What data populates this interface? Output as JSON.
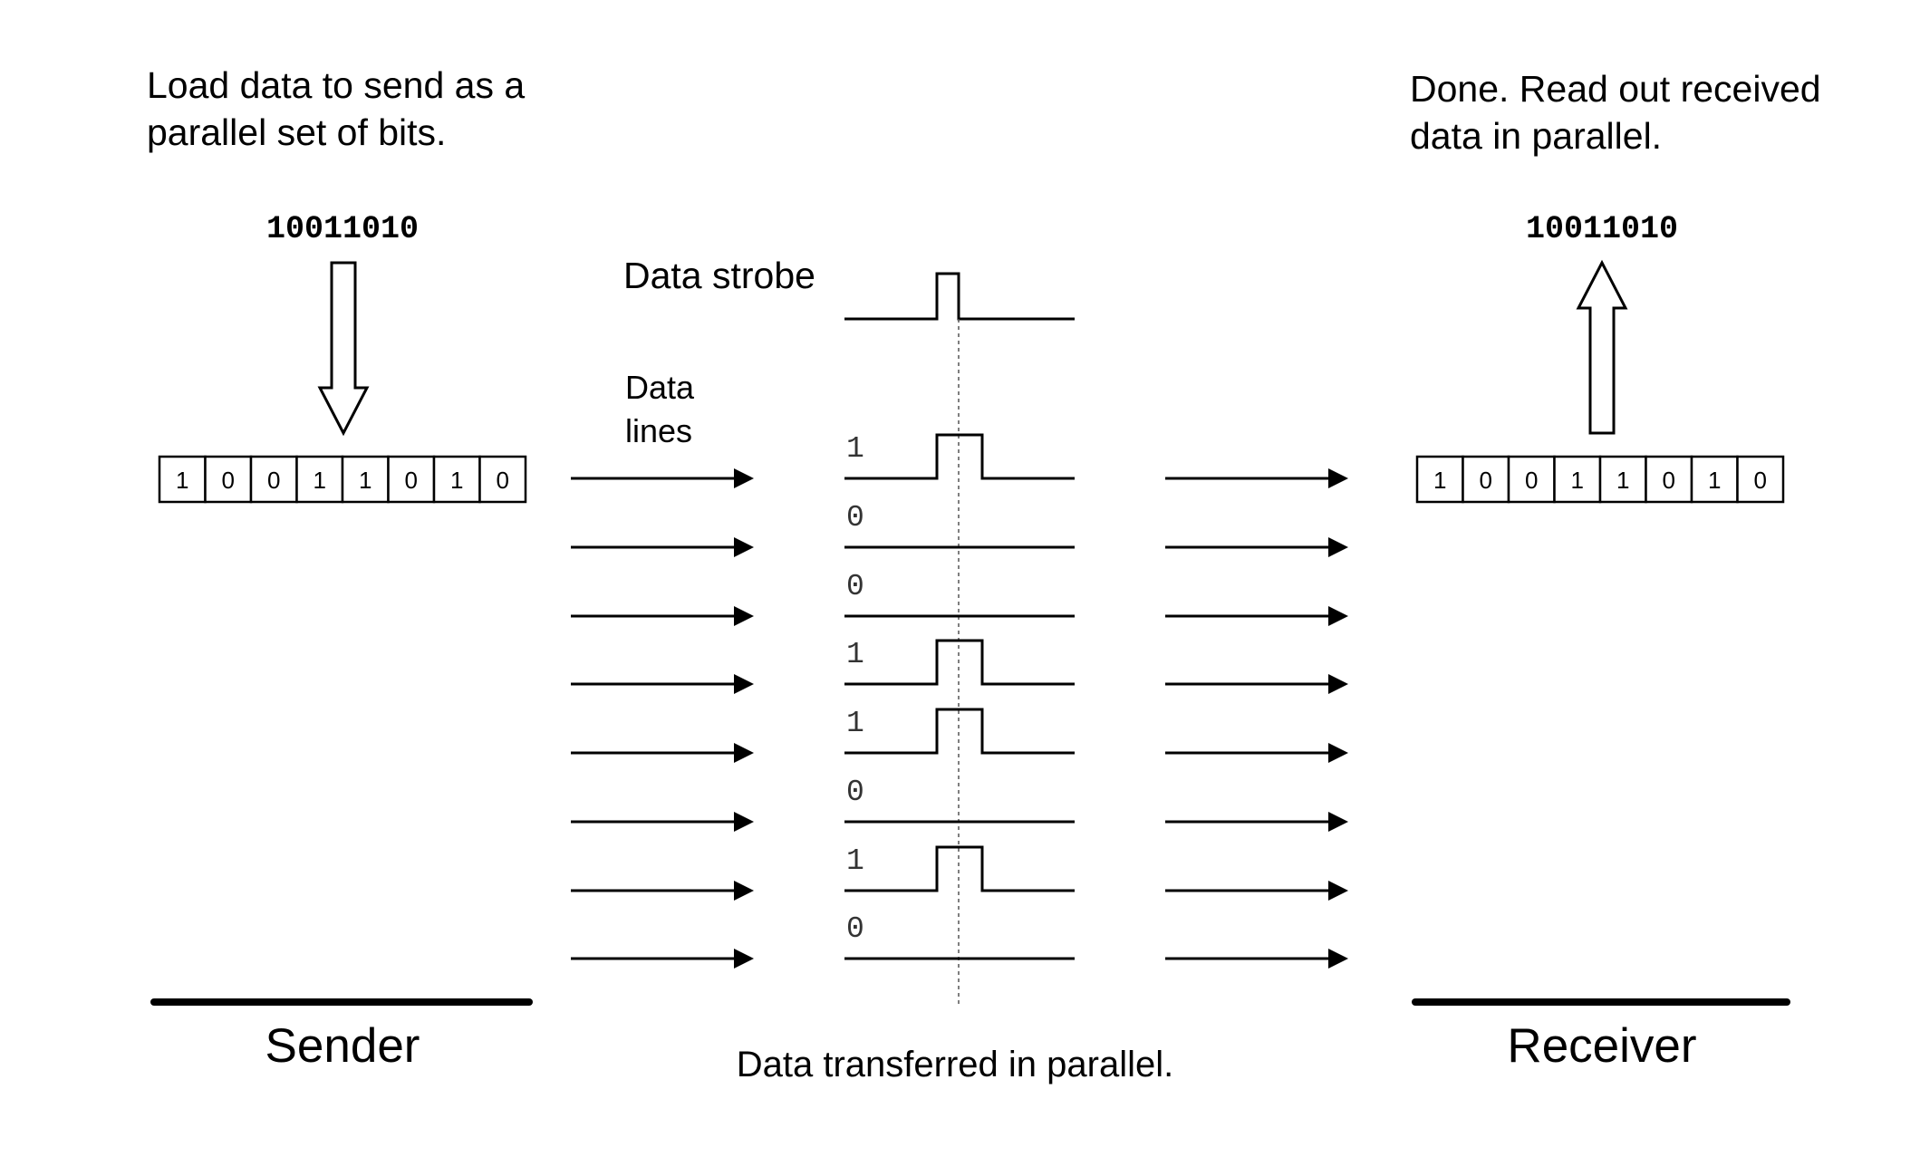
{
  "sender": {
    "instruction_line1": "Load data to send as a",
    "instruction_line2": "parallel set of bits.",
    "data_word": "10011010",
    "bits": [
      "1",
      "0",
      "0",
      "1",
      "1",
      "0",
      "1",
      "0"
    ],
    "label": "Sender"
  },
  "receiver": {
    "instruction_line1": "Done. Read out received",
    "instruction_line2": "data in parallel.",
    "data_word": "10011010",
    "bits": [
      "1",
      "0",
      "0",
      "1",
      "1",
      "0",
      "1",
      "0"
    ],
    "label": "Receiver"
  },
  "transfer": {
    "strobe_label": "Data strobe",
    "data_lines_label_line1": "Data",
    "data_lines_label_line2": "lines",
    "line_values": [
      "1",
      "0",
      "0",
      "1",
      "1",
      "0",
      "1",
      "0"
    ],
    "caption": "Data transferred in parallel."
  }
}
